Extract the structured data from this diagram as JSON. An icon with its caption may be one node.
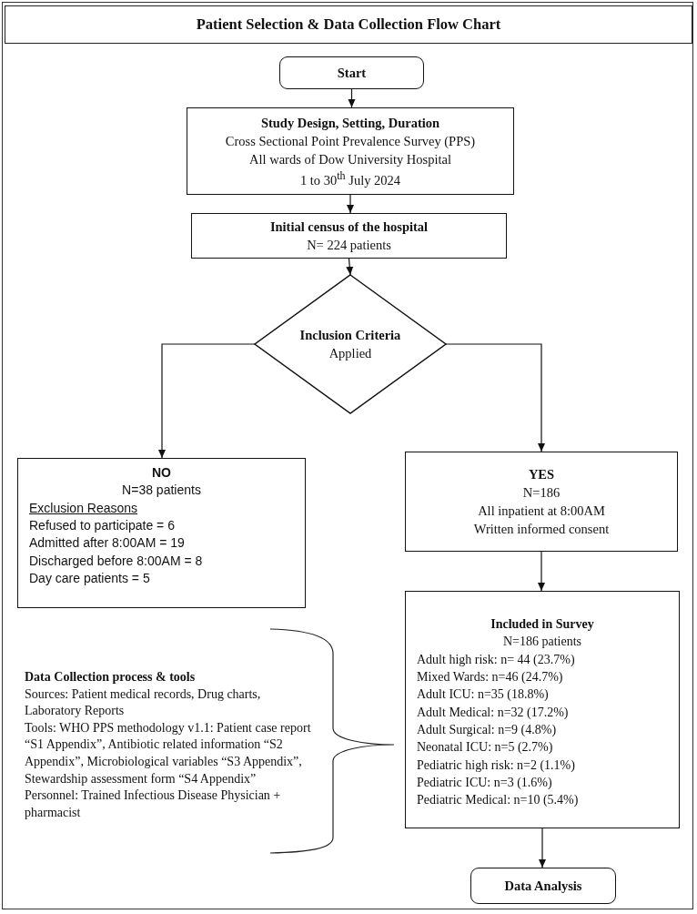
{
  "diagram": {
    "nodes": [
      {
        "text": [
          "Patient Selection & Data Collection Flow Chart"
        ]
      },
      {
        "text": [
          "Start"
        ]
      },
      {
        "text": [
          "Study Design, Setting, Duration",
          "Cross Sectional Point Prevalence Survey (PPS)",
          "All wards of Dow University Hospital",
          "1 to 30$^{th}$ July 2024"
        ]
      },
      {
        "text": [
          "Initial census of the hospital",
          "N= 224 patients"
        ]
      },
      {
        "text": [
          "Inclusion Criteria",
          "Applied"
        ]
      },
      {
        "text": [
          "NO",
          "N=38 patients",
          "Exclusion Reasons",
          "Refused to participate = 6",
          "Admitted after 8:00AM = 19",
          "Discharged before 8:00AM = 8",
          "Day care patients = 5"
        ]
      },
      {
        "text": [
          "YES",
          "N=186",
          "All inpatient at 8:00AM",
          "Written informed consent"
        ]
      },
      {
        "text": [
          "Included in Survey",
          "N=186 patients",
          "Adult high risk: n= 44 (23.7%)",
          "Mixed Wards:  n=46 (24.7%)",
          "Adult ICU: n=35 (18.8%)",
          "Adult Medical: n=32 (17.2%)",
          "Adult Surgical: n=9 (4.8%)",
          "Neonatal ICU: n=5 (2.7%)",
          "Pediatric high risk: n=2 (1.1%)",
          "Pediatric ICU: n=3 (1.6%)",
          "Pediatric Medical: n=10 (5.4%)"
        ]
      },
      {
        "text": [
          "Data Analysis"
        ]
      }
    ],
    "edges": [
      {
        "from": 1,
        "to": 2,
        "arrow": "to"
      },
      {
        "from": 2,
        "to": 3,
        "arrow": "to"
      },
      {
        "from": 3,
        "to": 4,
        "arrow": "to"
      },
      {
        "from": 4,
        "to": 5,
        "arrow": "to"
      },
      {
        "from": 4,
        "to": 6,
        "arrow": "to"
      },
      {
        "from": 6,
        "to": 7,
        "arrow": "to"
      },
      {
        "from": 7,
        "to": 8,
        "arrow": "to"
      }
    ],
    "labels": [
      "Data Collection process & tools",
      "Sources: Patient medical records, Drug charts, Laboratory Reports",
      "Tools: WHO PPS methodology v1.1: Patient case report “S1 Appendix”, Antibiotic related information “S2 Appendix”, Microbiological variables “S3 Appendix”, Stewardship assessment form “S4 Appendix”",
      "Personnel:  Trained Infectious Disease Physician + pharmacist"
    ]
  }
}
